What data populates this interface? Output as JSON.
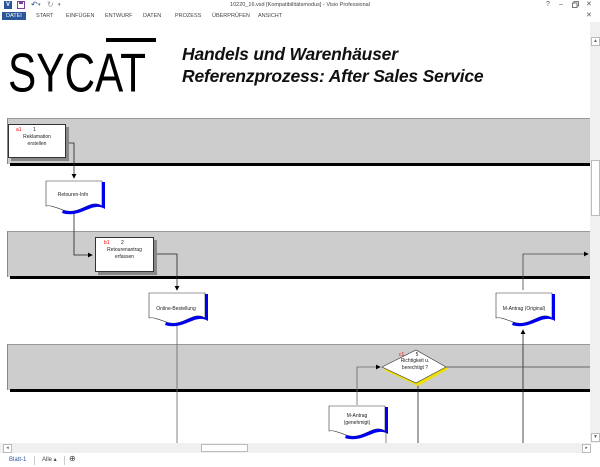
{
  "titlebar": {
    "title": "10220_16.vsd  [Kompatibilitätsmodus] - Visio Professional",
    "help": "?",
    "minimize": "–",
    "restore": "🗗",
    "close": "✕",
    "ribbon_close": "✕"
  },
  "quick_access": {
    "app_icon": "V",
    "save_icon": "💾",
    "undo_icon": "↶",
    "undo_dropdown": "▾",
    "redo_icon": "↻",
    "customize": "▾"
  },
  "ribbon": {
    "tabs": [
      {
        "label": "DATEI",
        "active": true
      },
      {
        "label": "START"
      },
      {
        "label": "EINFÜGEN"
      },
      {
        "label": "ENTWURF"
      },
      {
        "label": "DATEN"
      },
      {
        "label": "PROZESS"
      },
      {
        "label": "ÜBERPRÜFEN"
      },
      {
        "label": "ANSICHT"
      }
    ]
  },
  "header": {
    "logo": "SYCAT",
    "title_line1": "Handels und Warenhäuser",
    "title_line2": "Referenzprozess: After Sales Service"
  },
  "diagram": {
    "processes": [
      {
        "id": "a1",
        "number": "1",
        "label_line1": "Reklamation",
        "label_line2": "erstellen"
      },
      {
        "id": "b1",
        "number": "2",
        "label_line1": "Retourenantrag",
        "label_line2": "erfassen"
      }
    ],
    "decision": {
      "id": "c1",
      "number": "5",
      "label_line1": "Richtigkeit u.",
      "label_line2": "berechtigt ?"
    },
    "documents": [
      {
        "label": "Retouren-Info"
      },
      {
        "label": "Online-Bestellung"
      },
      {
        "label": "M-Antrag (Original)"
      },
      {
        "label_line1": "M-Antrag",
        "label_line2": "(genehmigt)"
      }
    ]
  },
  "scrollbars": {
    "up": "▲",
    "down": "▼",
    "left": "◂",
    "right": "▸"
  },
  "sheets": {
    "tabs": [
      {
        "label": "Blatt-1",
        "active": true
      }
    ],
    "all_label": "Alle ▴",
    "add_icon": "⊕"
  },
  "colors": {
    "accent": "#2b579a",
    "lane": "#cdcdcd",
    "doc_shadow": "#0000e0",
    "decision_shadow": "#f0e000",
    "label_red": "#e00000"
  }
}
